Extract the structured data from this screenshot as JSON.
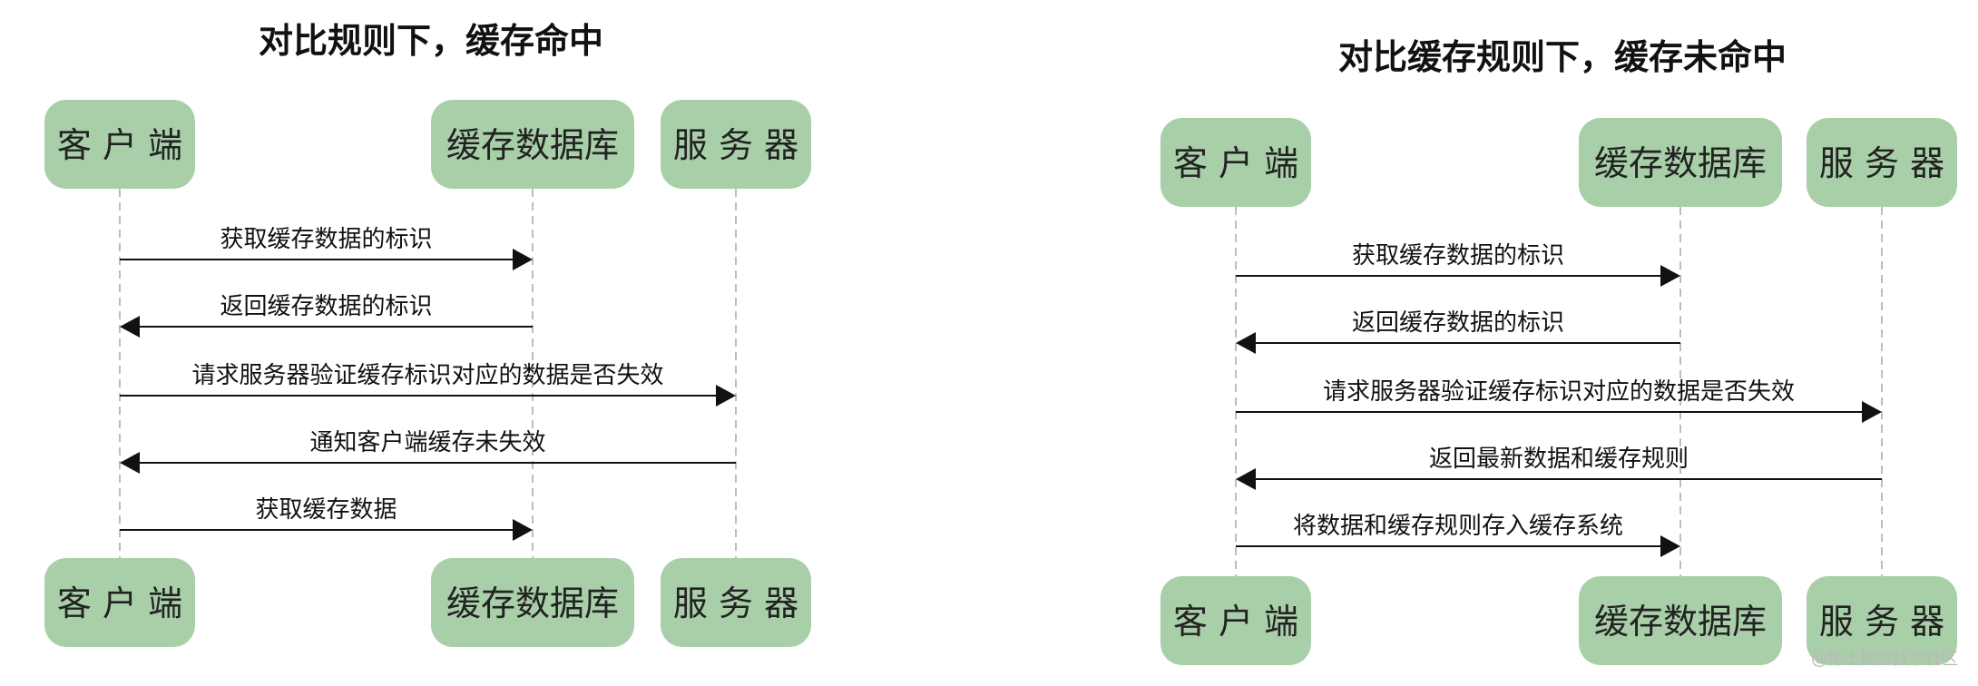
{
  "colors": {
    "box_fill": "#a9cfa9",
    "box_text": "#222222",
    "lifeline": "#bdbdbd",
    "arrow": "#111111",
    "title": "#111111"
  },
  "diagrams": [
    {
      "title": "对比规则下，缓存命中",
      "participants": [
        {
          "id": "client",
          "label": "客 户 端"
        },
        {
          "id": "cache",
          "label": "缓存数据库"
        },
        {
          "id": "server",
          "label": "服 务 器"
        }
      ],
      "messages": [
        {
          "from": "client",
          "to": "cache",
          "label": "获取缓存数据的标识"
        },
        {
          "from": "cache",
          "to": "client",
          "label": "返回缓存数据的标识"
        },
        {
          "from": "client",
          "to": "server",
          "label": "请求服务器验证缓存标识对应的数据是否失效"
        },
        {
          "from": "server",
          "to": "client",
          "label": "通知客户端缓存未失效"
        },
        {
          "from": "client",
          "to": "cache",
          "label": "获取缓存数据"
        }
      ]
    },
    {
      "title": "对比缓存规则下，缓存未命中",
      "participants": [
        {
          "id": "client",
          "label": "客 户 端"
        },
        {
          "id": "cache",
          "label": "缓存数据库"
        },
        {
          "id": "server",
          "label": "服 务 器"
        }
      ],
      "messages": [
        {
          "from": "client",
          "to": "cache",
          "label": "获取缓存数据的标识"
        },
        {
          "from": "cache",
          "to": "client",
          "label": "返回缓存数据的标识"
        },
        {
          "from": "client",
          "to": "server",
          "label": "请求服务器验证缓存标识对应的数据是否失效"
        },
        {
          "from": "server",
          "to": "client",
          "label": "返回最新数据和缓存规则"
        },
        {
          "from": "client",
          "to": "cache",
          "label": "将数据和缓存规则存入缓存系统"
        }
      ]
    }
  ],
  "watermark": "@稀土掘金技术社区"
}
